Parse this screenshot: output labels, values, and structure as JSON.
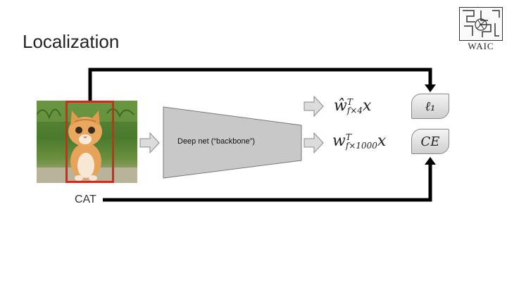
{
  "slide": {
    "title": "Localization",
    "logo_text": "WAIC",
    "image_label": "CAT",
    "backbone_label": "Deep net (“backbone”)",
    "formula_bbox": {
      "base": "ŵ",
      "sup": "T",
      "sub": "f×4",
      "tail": "x"
    },
    "formula_class": {
      "base": "w",
      "sup": "T",
      "sub": "f×1000",
      "tail": "x"
    },
    "loss_bbox": "ℓ₁",
    "loss_class": "CE"
  },
  "colors": {
    "bbox": "#e0241b",
    "arrow": "#000000",
    "shape_fill": "#c8c8c8"
  }
}
